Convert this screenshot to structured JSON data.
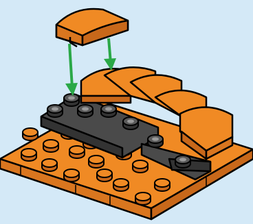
{
  "scene": {
    "background": "#d4e9f7",
    "colors": {
      "orange": "#f08a24",
      "orange_dark": "#c8681a",
      "gray": "#4a4a4a",
      "gray_light": "#6a6a6a",
      "arrow": "#2aa847",
      "outline": "#000000"
    },
    "icons": [
      "build-arrow-icon",
      "curved-slope-brick",
      "round-plate",
      "base-plate"
    ]
  }
}
